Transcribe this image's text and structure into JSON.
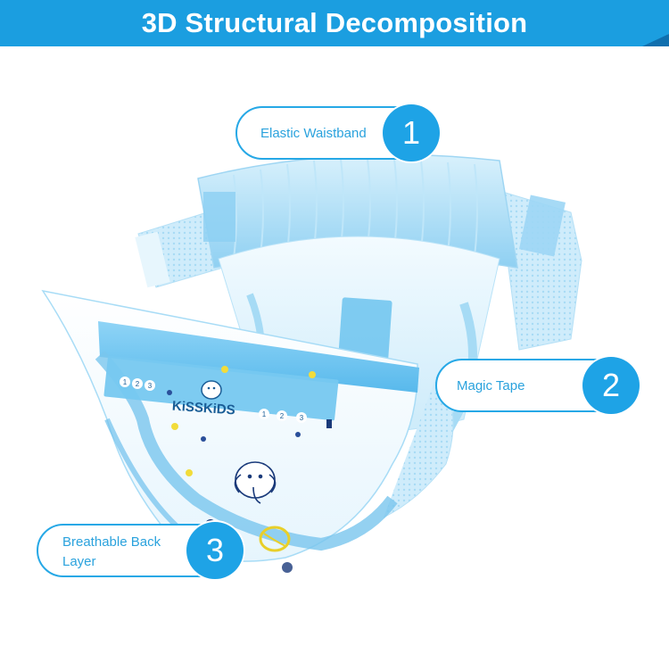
{
  "header": {
    "title": "3D Structural Decomposition"
  },
  "product": {
    "brand": "KiSSKiDS",
    "tab_icons": [
      "1",
      "2",
      "3"
    ]
  },
  "callouts": [
    {
      "number": "1",
      "label": "Elastic Waistband"
    },
    {
      "number": "2",
      "label": "Magic Tape"
    },
    {
      "number": "3",
      "label": "Breathable Back Layer"
    }
  ],
  "colors": {
    "accent": "#1ea3e6",
    "banner": "#1b9ee0",
    "banner_shadow": "#0f6fae"
  }
}
